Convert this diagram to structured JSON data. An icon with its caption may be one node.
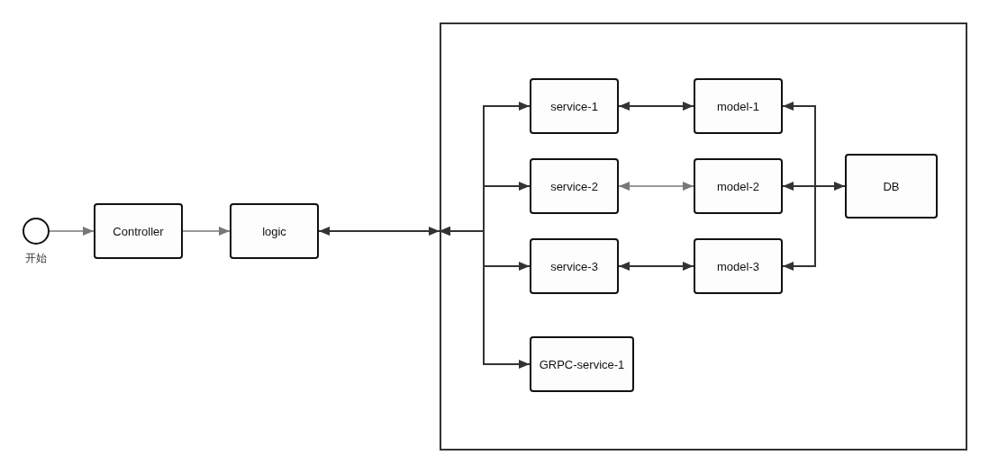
{
  "diagram": {
    "nodes": [
      {
        "text": [],
        "shape": "circle",
        "beside": [
          "开始"
        ]
      },
      {
        "text": [
          "Controller"
        ]
      },
      {
        "text": [
          "logic"
        ]
      },
      {
        "text": [],
        "shape": "box"
      },
      {
        "text": [
          "service-1"
        ],
        "in": 3
      },
      {
        "text": [
          "service-2"
        ],
        "in": 3
      },
      {
        "text": [
          "service-3"
        ],
        "in": 3
      },
      {
        "text": [
          "GRPC-service-1"
        ],
        "in": 3
      },
      {
        "text": [
          "model-1"
        ],
        "in": 3
      },
      {
        "text": [
          "model-2"
        ],
        "in": 3
      },
      {
        "text": [
          "model-3"
        ],
        "in": 3
      },
      {
        "text": [
          "DB"
        ],
        "in": 3
      }
    ],
    "edges": [
      {
        "from": 0,
        "to": 1,
        "arrow": "to",
        "color": "#777777"
      },
      {
        "from": 1,
        "to": 2,
        "arrow": "to",
        "color": "#777777"
      },
      {
        "from": 2,
        "to": 3,
        "arrow": "both"
      },
      {
        "from": 3,
        "to": 4,
        "arrow": "both"
      },
      {
        "from": 3,
        "to": 5,
        "arrow": "both"
      },
      {
        "from": 3,
        "to": 6,
        "arrow": "both"
      },
      {
        "from": 3,
        "to": 7,
        "arrow": "both"
      },
      {
        "from": 4,
        "to": 8,
        "arrow": "both"
      },
      {
        "from": 5,
        "to": 9,
        "arrow": "both",
        "color": "#777777"
      },
      {
        "from": 6,
        "to": 10,
        "arrow": "both"
      },
      {
        "from": 9,
        "to": 11,
        "arrow": "both"
      },
      {
        "from": 11,
        "to": 8,
        "arrow": "to"
      },
      {
        "from": 11,
        "to": 10,
        "arrow": "to"
      }
    ]
  }
}
